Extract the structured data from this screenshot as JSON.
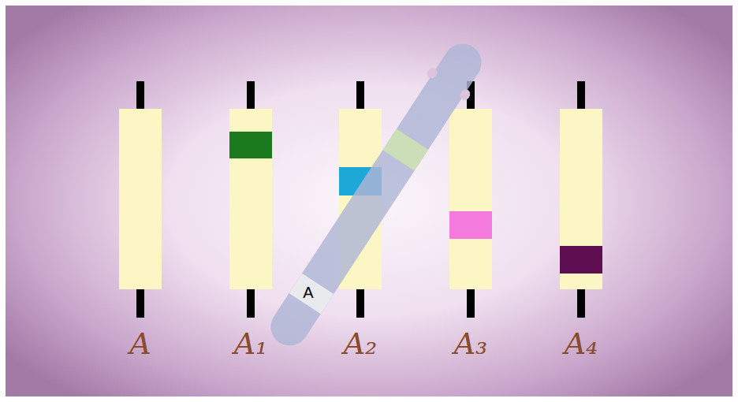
{
  "diagram": {
    "labels": [
      "A",
      "A₁",
      "A₂",
      "A₃",
      "A₄",
      "A"
    ]
  }
}
